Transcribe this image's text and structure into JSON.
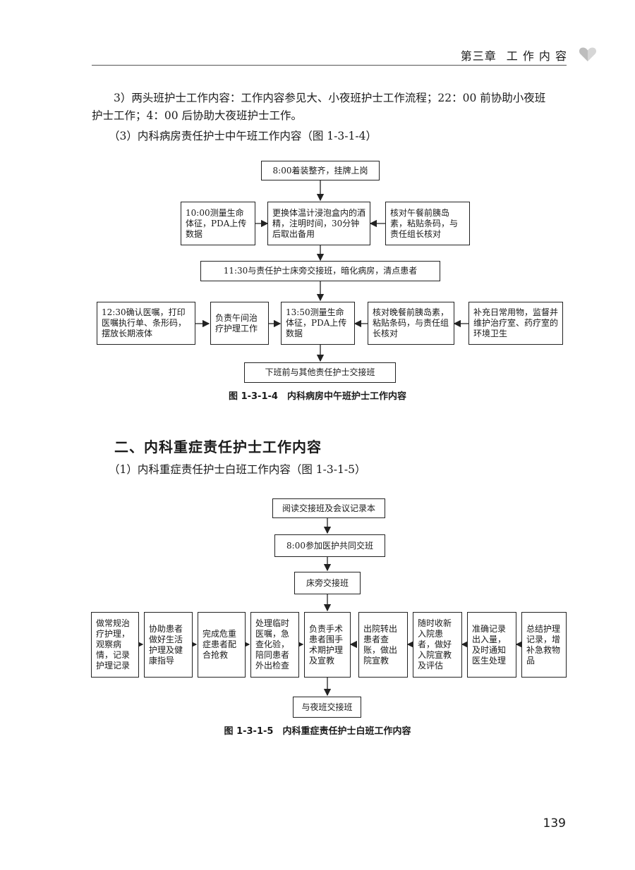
{
  "header": {
    "chapter": "第三章",
    "title": "工 作 内 容"
  },
  "paragraphs": {
    "p1_line1": "3）两头班护士工作内容：工作内容参见大、小夜班护士工作流程；22：00 前协助小夜班",
    "p1_line2": "护士工作；4：00 后协助大夜班护士工作。",
    "p2": "（3）内科病房责任护士中午班工作内容（图 1-3-1-4）"
  },
  "figure1": {
    "top": "8:00着装整齐，挂牌上岗",
    "row2_left": "10:00测量生命体征，PDA上传数据",
    "row2_mid": "更换体温计浸泡盒内的酒精，注明时间，30分钟后取出备用",
    "row2_right": "核对午餐前胰岛素，粘贴条码，与责任组长核对",
    "mid": "11:30与责任护士床旁交接班，暗化病房，清点患者",
    "row4_1": "12:30确认医嘱，打印医嘱执行单、条形码，摆放长期液体",
    "row4_2": "负责午间治疗护理工作",
    "row4_3": "13:50测量生命体征，PDA上传数据",
    "row4_4": "核对晚餐前胰岛素，粘贴条码，与责任组长核对",
    "row4_5": "补充日常用物，监督并维护治疗室、药疗室的环境卫生",
    "bottom": "下班前与其他责任护士交接班",
    "caption": "图 1-3-1-4　内科病房中午班护士工作内容"
  },
  "section": {
    "title": "二、内科重症责任护士工作内容",
    "p1": "（1）内科重症责任护士白班工作内容（图 1-3-1-5）"
  },
  "figure2": {
    "top1": "阅读交接班及会议记录本",
    "top2": "8:00参加医护共同交班",
    "top3": "床旁交接班",
    "items": [
      "做常规治疗护理，观察病情，记录护理记录",
      "协助患者做好生活护理及健康指导",
      "完成危重症患者配合抢救",
      "处理临时医嘱，急查化验，陪同患者外出检查",
      "负责手术患者围手术期护理及宣教",
      "出院转出患者查账，做出院宣教",
      "随时收新入院患者，做好入院宣教及评估",
      "准确记录出入量，及时通知医生处理",
      "总结护理记录，增补急救物品"
    ],
    "bottom": "与夜班交接班",
    "caption": "图 1-3-1-5　内科重症责任护士白班工作内容"
  },
  "page_number": "139"
}
